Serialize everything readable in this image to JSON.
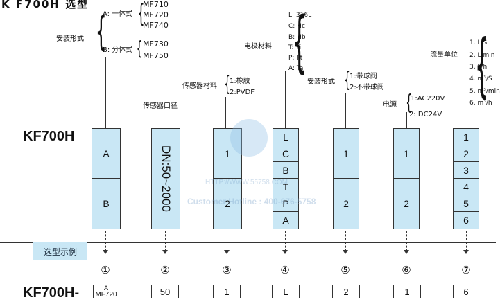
{
  "title": "K F700H 选型",
  "model_label": "KF700H",
  "example_model_label": "KF700H-",
  "example_label": "选型示例",
  "install_form": {
    "label": "安装形式",
    "option_a": "A: 一体式",
    "option_b": "B: 分体式",
    "models_a": [
      "MF710",
      "MF720",
      "MF740"
    ],
    "models_b": [
      "MF730",
      "MF750"
    ]
  },
  "sensor_caliber": {
    "label": "传感器口径"
  },
  "sensor_material": {
    "label": "传感器材料",
    "options": [
      "1:橡胶",
      "2:PVDF"
    ]
  },
  "electrode_material": {
    "label": "电极材料",
    "options": [
      "L: 316L",
      "C: Hc",
      "B: Hb",
      "T: Ti",
      "P: Pt",
      "A: Ta"
    ]
  },
  "install_form_2": {
    "label": "安装形式",
    "options": [
      "1:带球阀",
      "2:不带球阀"
    ]
  },
  "power": {
    "label": "电源",
    "options": [
      "1:AC220V",
      "2: DC24V"
    ]
  },
  "flow_unit": {
    "label": "流量单位",
    "options": [
      "1. L/S",
      "2. L/min",
      "3. L/h",
      "4. m³/S",
      "5. m³/min",
      "6. m³/h"
    ]
  },
  "columns": {
    "c1": [
      "A",
      "B"
    ],
    "c2": "DN:50~2000",
    "c3": [
      "1",
      "2"
    ],
    "c4": [
      "L",
      "C",
      "B",
      "T",
      "P",
      "A"
    ],
    "c5": [
      "1",
      "2"
    ],
    "c6": [
      "1",
      "2"
    ],
    "c7": [
      "1",
      "2",
      "3",
      "4",
      "5",
      "6"
    ]
  },
  "circled_numbers": [
    "①",
    "②",
    "③",
    "④",
    "⑤",
    "⑥",
    "⑦"
  ],
  "example": {
    "box1_top": "A",
    "box1_bottom": "MF720",
    "values": [
      "50",
      "1",
      "L",
      "2",
      "1",
      "6"
    ]
  },
  "watermark": {
    "url": "HTTP://WWW.55758.COM",
    "hotline": "Customer Hotline : 400-676-5758"
  }
}
